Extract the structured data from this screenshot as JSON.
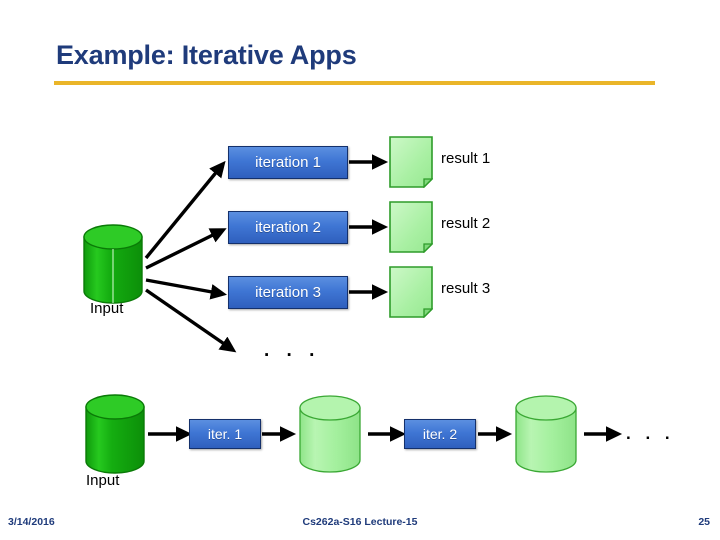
{
  "slide": {
    "title": "Example: Iterative Apps",
    "accent_rule_color": "#eab529",
    "title_color": "#1f3b7b",
    "background": "#ffffff"
  },
  "top_diagram": {
    "input": {
      "label": "Input",
      "shape": "cylinder",
      "color": "#18b512"
    },
    "iterations": [
      {
        "label": "iteration 1",
        "result_label": "result 1",
        "result_shape": "document"
      },
      {
        "label": "iteration 2",
        "result_label": "result 2",
        "result_shape": "document"
      },
      {
        "label": "iteration 3",
        "result_label": "result 3",
        "result_shape": "document"
      }
    ],
    "ellipsis": ". . .",
    "box_color": "#3f76d4",
    "document_color": "#a9f0a3"
  },
  "bottom_diagram": {
    "input": {
      "label": "Input",
      "shape": "cylinder",
      "color": "#18b512"
    },
    "steps": [
      {
        "label": "iter. 1",
        "shape": "process"
      },
      {
        "label": "",
        "shape": "cylinder"
      },
      {
        "label": "iter. 2",
        "shape": "process"
      },
      {
        "label": "",
        "shape": "cylinder"
      }
    ],
    "ellipsis": ". . .",
    "store_color": "#a9f0a3"
  },
  "footer": {
    "date": "3/14/2016",
    "course": "Cs262a-S16 Lecture-15",
    "page": "25",
    "color": "#1f3b7b"
  }
}
